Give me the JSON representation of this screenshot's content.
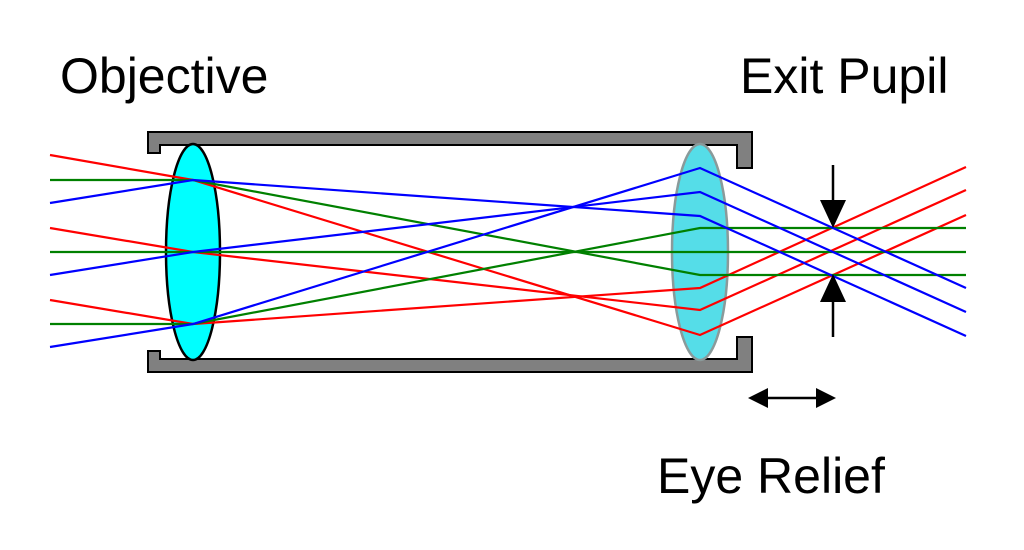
{
  "labels": {
    "objective": "Objective",
    "exit_pupil": "Exit Pupil",
    "eye_relief": "Eye Relief"
  },
  "colors": {
    "red_ray": "#ff0000",
    "green_ray": "#008000",
    "blue_ray": "#0000ff",
    "lens_fill": "#00ffff",
    "eyepiece_fill": "#55dde8",
    "tube": "#808080",
    "outline": "#000000"
  }
}
